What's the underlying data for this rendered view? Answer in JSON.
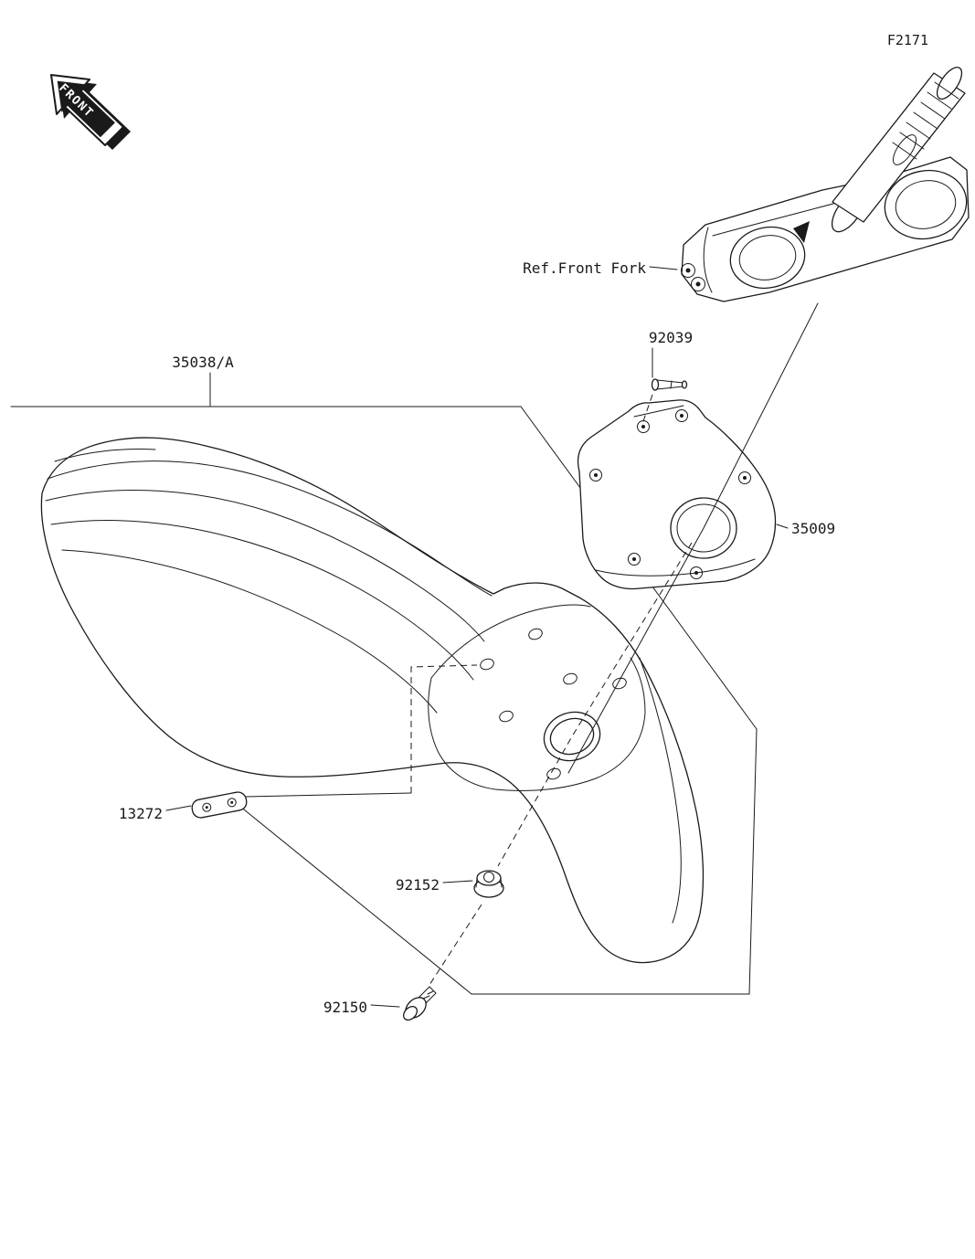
{
  "figure": {
    "code": "F2171",
    "front_marker": "FRONT",
    "reference": "Ref.Front Fork"
  },
  "parts": {
    "fender": "35038/A",
    "pin": "92039",
    "bracket": "35009",
    "plate": "13272",
    "nut": "92152",
    "bolt": "92150"
  }
}
